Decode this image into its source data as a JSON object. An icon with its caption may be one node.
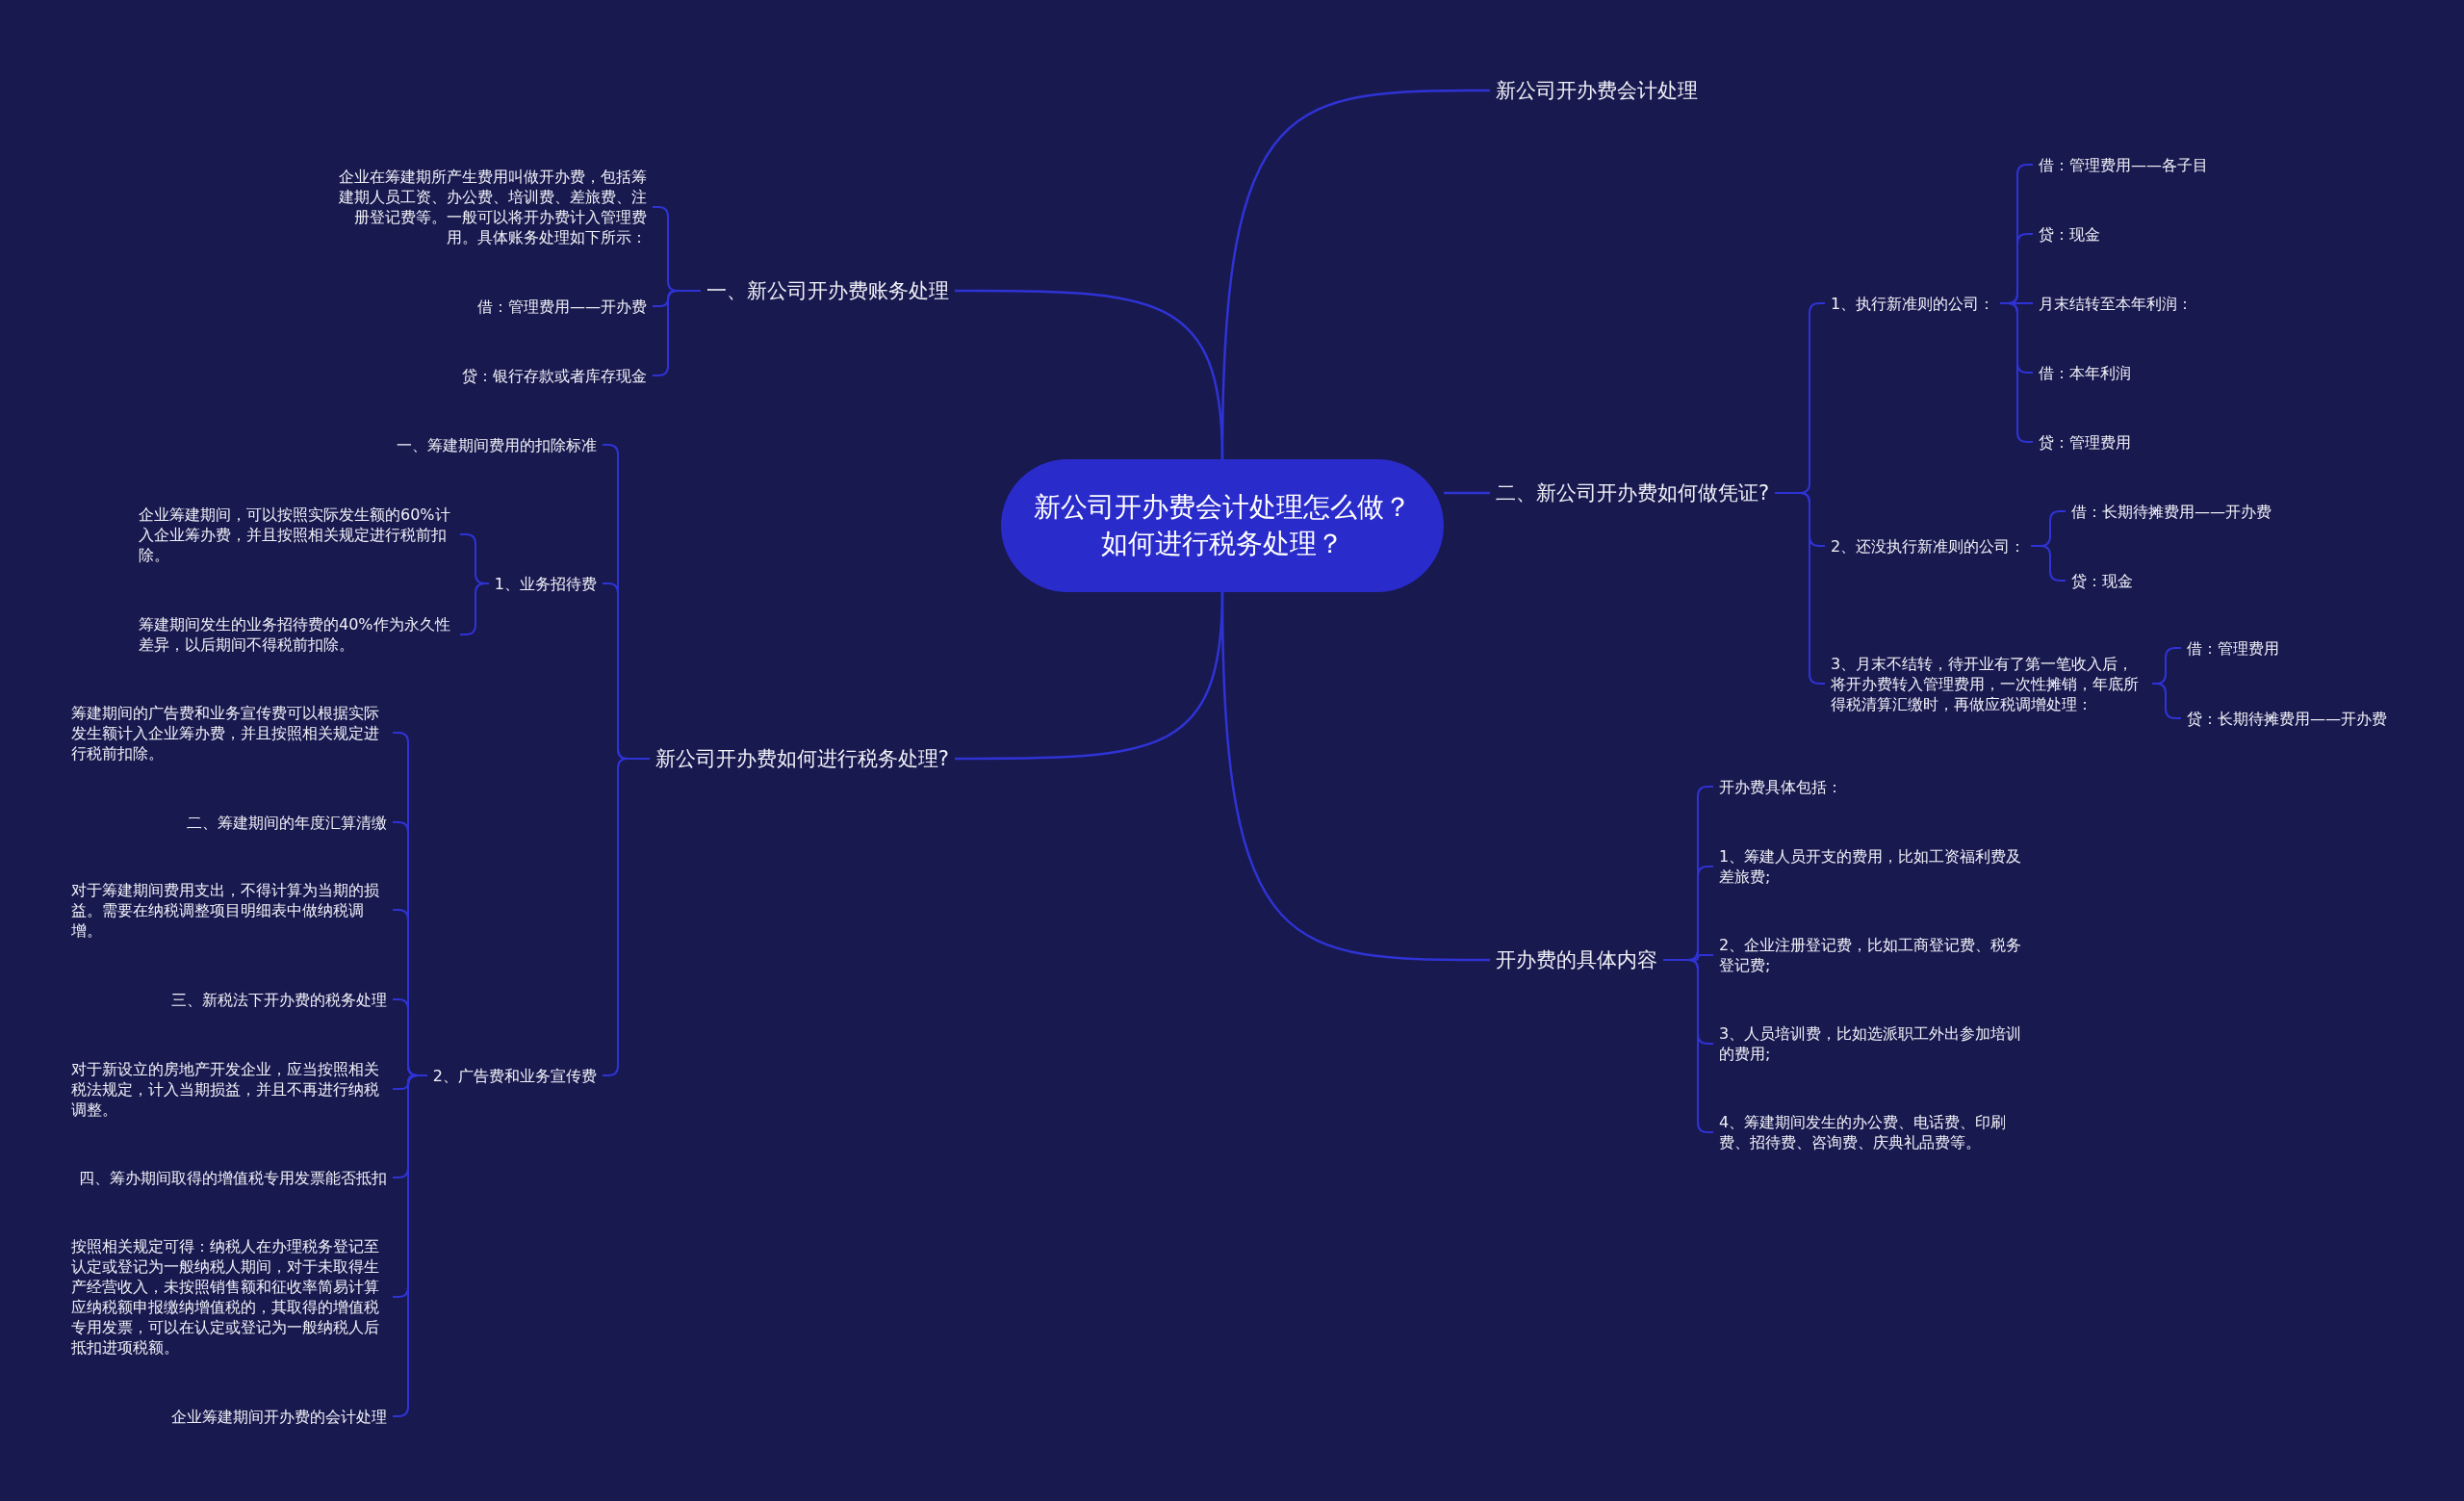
{
  "diagram": {
    "nodes": [
      {
        "text": [
          "新公司开办费会计处理怎么做？如何进行税务处理？"
        ]
      },
      {
        "text": [
          "新公司开办费会计处理"
        ]
      },
      {
        "text": [
          "二、新公司开办费如何做凭证?"
        ]
      },
      {
        "text": [
          "开办费的具体内容"
        ]
      },
      {
        "text": [
          "一、新公司开办费账务处理"
        ]
      },
      {
        "text": [
          "新公司开办费如何进行税务处理?"
        ]
      },
      {
        "text": [
          "1、执行新准则的公司："
        ]
      },
      {
        "text": [
          "借：管理费用——各子目"
        ]
      },
      {
        "text": [
          "贷：现金"
        ]
      },
      {
        "text": [
          "月末结转至本年利润："
        ]
      },
      {
        "text": [
          "借：本年利润"
        ]
      },
      {
        "text": [
          "贷：管理费用"
        ]
      },
      {
        "text": [
          "2、还没执行新准则的公司："
        ]
      },
      {
        "text": [
          "借：长期待摊费用——开办费"
        ]
      },
      {
        "text": [
          "贷：现金"
        ]
      },
      {
        "text": [
          "3、月末不结转，待开业有了第一笔收入后，将开办费转入管理费用，一次性摊销，年底所得税清算汇缴时，再做应税调增处理："
        ]
      },
      {
        "text": [
          "借：管理费用"
        ]
      },
      {
        "text": [
          "贷：长期待摊费用——开办费"
        ]
      },
      {
        "text": [
          "开办费具体包括："
        ]
      },
      {
        "text": [
          "1、筹建人员开支的费用，比如工资福利费及差旅费;"
        ]
      },
      {
        "text": [
          "2、企业注册登记费，比如工商登记费、税务登记费;"
        ]
      },
      {
        "text": [
          "3、人员培训费，比如选派职工外出参加培训的费用;"
        ]
      },
      {
        "text": [
          "4、筹建期间发生的办公费、电话费、印刷费、招待费、咨询费、庆典礼品费等。"
        ]
      },
      {
        "text": [
          "企业在筹建期所产生费用叫做开办费，包括筹建期人员工资、办公费、培训费、差旅费、注册登记费等。一般可以将开办费计入管理费用。具体账务处理如下所示："
        ]
      },
      {
        "text": [
          "借：管理费用——开办费"
        ]
      },
      {
        "text": [
          "贷：银行存款或者库存现金"
        ]
      },
      {
        "text": [
          "一、筹建期间费用的扣除标准"
        ]
      },
      {
        "text": [
          "1、业务招待费"
        ]
      },
      {
        "text": [
          "企业筹建期间，可以按照实际发生额的60%计入企业筹办费，并且按照相关规定进行税前扣除。"
        ]
      },
      {
        "text": [
          "筹建期间发生的业务招待费的40%作为永久性差异，以后期间不得税前扣除。"
        ]
      },
      {
        "text": [
          "2、广告费和业务宣传费"
        ]
      },
      {
        "text": [
          "筹建期间的广告费和业务宣传费可以根据实际发生额计入企业筹办费，并且按照相关规定进行税前扣除。"
        ]
      },
      {
        "text": [
          "二、筹建期间的年度汇算清缴"
        ]
      },
      {
        "text": [
          "对于筹建期间费用支出，不得计算为当期的损益。需要在纳税调整项目明细表中做纳税调增。"
        ]
      },
      {
        "text": [
          "三、新税法下开办费的税务处理"
        ]
      },
      {
        "text": [
          "对于新设立的房地产开发企业，应当按照相关税法规定，计入当期损益，并且不再进行纳税调整。"
        ]
      },
      {
        "text": [
          "四、筹办期间取得的增值税专用发票能否抵扣"
        ]
      },
      {
        "text": [
          "按照相关规定可得：纳税人在办理税务登记至认定或登记为一般纳税人期间，对于未取得生产经营收入，未按照销售额和征收率简易计算应纳税额申报缴纳增值税的，其取得的增值税专用发票，可以在认定或登记为一般纳税人后抵扣进项税额。"
        ]
      },
      {
        "text": [
          "企业筹建期间开办费的会计处理"
        ]
      }
    ],
    "edges": [
      {
        "from": 0,
        "to": 1,
        "arrow": "none"
      },
      {
        "from": 0,
        "to": 2,
        "arrow": "none"
      },
      {
        "from": 0,
        "to": 3,
        "arrow": "none"
      },
      {
        "from": 0,
        "to": 4,
        "arrow": "none"
      },
      {
        "from": 0,
        "to": 5,
        "arrow": "none"
      },
      {
        "from": 2,
        "to": 6,
        "arrow": "none"
      },
      {
        "from": 6,
        "to": 7,
        "arrow": "none"
      },
      {
        "from": 6,
        "to": 8,
        "arrow": "none"
      },
      {
        "from": 6,
        "to": 9,
        "arrow": "none"
      },
      {
        "from": 6,
        "to": 10,
        "arrow": "none"
      },
      {
        "from": 6,
        "to": 11,
        "arrow": "none"
      },
      {
        "from": 2,
        "to": 12,
        "arrow": "none"
      },
      {
        "from": 12,
        "to": 13,
        "arrow": "none"
      },
      {
        "from": 12,
        "to": 14,
        "arrow": "none"
      },
      {
        "from": 2,
        "to": 15,
        "arrow": "none"
      },
      {
        "from": 15,
        "to": 16,
        "arrow": "none"
      },
      {
        "from": 15,
        "to": 17,
        "arrow": "none"
      },
      {
        "from": 3,
        "to": 18,
        "arrow": "none"
      },
      {
        "from": 3,
        "to": 19,
        "arrow": "none"
      },
      {
        "from": 3,
        "to": 20,
        "arrow": "none"
      },
      {
        "from": 3,
        "to": 21,
        "arrow": "none"
      },
      {
        "from": 3,
        "to": 22,
        "arrow": "none"
      },
      {
        "from": 4,
        "to": 23,
        "arrow": "none"
      },
      {
        "from": 4,
        "to": 24,
        "arrow": "none"
      },
      {
        "from": 4,
        "to": 25,
        "arrow": "none"
      },
      {
        "from": 5,
        "to": 26,
        "arrow": "none"
      },
      {
        "from": 5,
        "to": 27,
        "arrow": "none"
      },
      {
        "from": 5,
        "to": 30,
        "arrow": "none"
      },
      {
        "from": 27,
        "to": 28,
        "arrow": "none"
      },
      {
        "from": 27,
        "to": 29,
        "arrow": "none"
      },
      {
        "from": 30,
        "to": 31,
        "arrow": "none"
      },
      {
        "from": 30,
        "to": 32,
        "arrow": "none"
      },
      {
        "from": 30,
        "to": 33,
        "arrow": "none"
      },
      {
        "from": 30,
        "to": 34,
        "arrow": "none"
      },
      {
        "from": 30,
        "to": 35,
        "arrow": "none"
      },
      {
        "from": 30,
        "to": 36,
        "arrow": "none"
      },
      {
        "from": 30,
        "to": 37,
        "arrow": "none"
      },
      {
        "from": 30,
        "to": 38,
        "arrow": "none"
      }
    ]
  }
}
